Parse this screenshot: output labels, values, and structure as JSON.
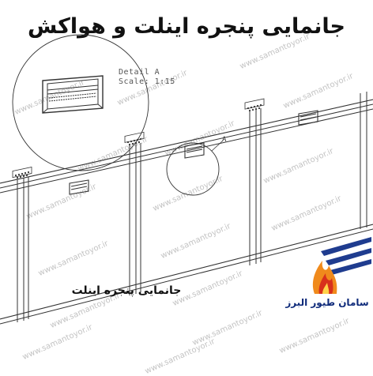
{
  "title": "جانمایی پنجره اینلت و هواکش",
  "subtitle": "جانمایی پنجره اینلت",
  "detail": {
    "label": "Detail A",
    "scale": "Scale: 1:15"
  },
  "marker": "A",
  "brand": {
    "text": "سامان طیور البرز"
  },
  "watermark": "www.samantoyor.ir",
  "colors": {
    "line": "#333333",
    "brand_blue": "#1f3c8f",
    "flame_orange": "#f08a1c",
    "flame_red": "#d8301c"
  }
}
